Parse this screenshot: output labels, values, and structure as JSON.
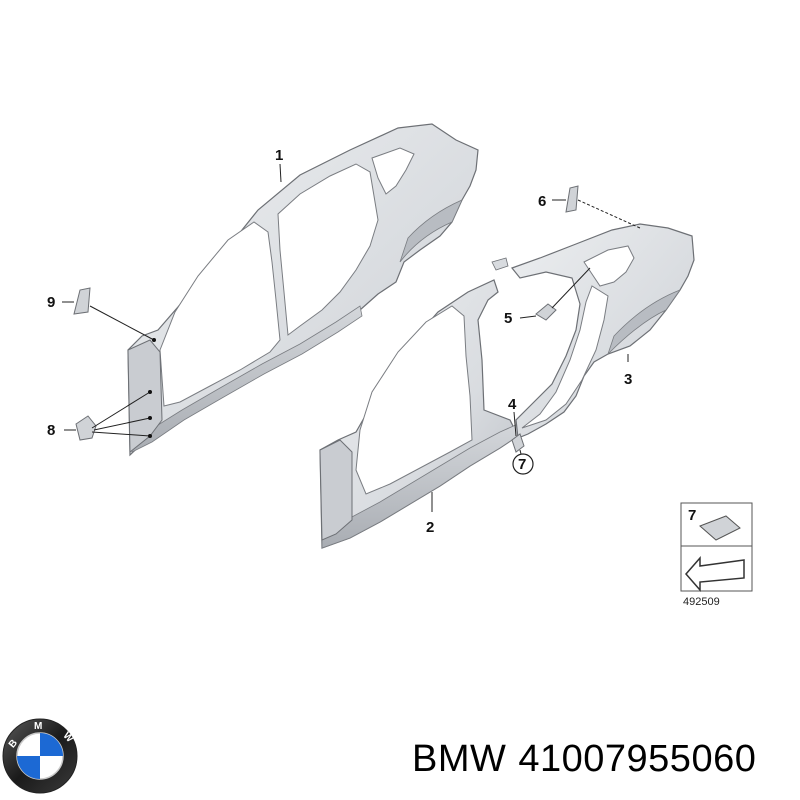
{
  "diagram": {
    "callouts": [
      "1",
      "2",
      "3",
      "4",
      "5",
      "6",
      "7",
      "8",
      "9"
    ],
    "circled_callout": "7",
    "inset": {
      "label": "7",
      "reference_number": "492509"
    }
  },
  "footer": {
    "brand": "BMW",
    "part_number": "41007955060",
    "logo_letters": "BMW"
  },
  "colors": {
    "panel_fill": "#dfe1e4",
    "panel_shade": "#c7cacf",
    "outline": "#6d7075",
    "logo_blue": "#1c69d4",
    "logo_ring": "#111111"
  }
}
